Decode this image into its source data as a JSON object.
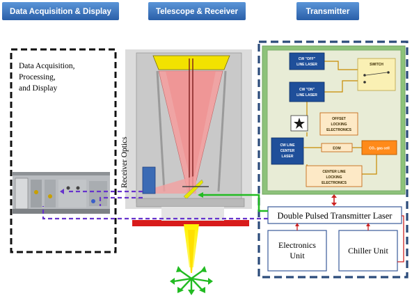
{
  "headers": {
    "data_acquisition": "Data Acquisition & Display",
    "telescope": "Telescope & Receiver",
    "transmitter": "Transmitter"
  },
  "daq_box": {
    "line1": "Data Acquisition,",
    "line2": "Processing,",
    "line3": "and Display"
  },
  "receiver_optics_label": "Receiver Optics",
  "laser_panel": {
    "cw_off_line1": "CW \"OFF\"",
    "cw_off_line2": "LINE LASER",
    "cw_on_line1": "CW \"ON\"",
    "cw_on_line2": "LINE LASER",
    "switch_label": "SWITCH",
    "offset_line1": "OFFSET",
    "offset_line2": "LOCKING",
    "offset_line3": "ELECTRONICS",
    "cw_center_line1": "CW LINE",
    "cw_center_line2": "CENTER",
    "cw_center_line3": "LASER",
    "eom_label": "EOM",
    "co2_label": "CO₂ gas cell",
    "center_locking_line1": "CENTER LINE",
    "center_locking_line2": "LOCKING",
    "center_locking_line3": "ELECTRONICS"
  },
  "transmitter_laser_label": "Double Pulsed Transmitter Laser",
  "electronics_unit": {
    "line1": "Electronics",
    "line2": "Unit"
  },
  "chiller_unit": {
    "label": "Chiller Unit"
  },
  "colors": {
    "header_blue": "#2f6eb5",
    "laser_box_blue": "#1f4f9a",
    "panel_green": "#8dc27a",
    "beam_yellow": "#ffee00",
    "arrow_green": "#22bb22",
    "signal_purple": "#6633cc",
    "connector_red": "#cc2222"
  }
}
